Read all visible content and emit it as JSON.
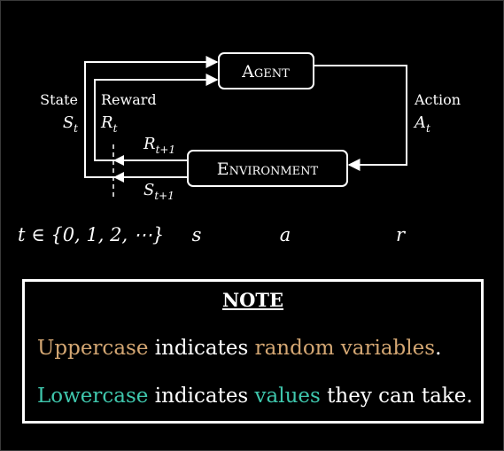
{
  "diagram": {
    "agent_label": "Agent",
    "environment_label": "Environment",
    "state_label": "State",
    "state_symbol": "S",
    "state_sub": "t",
    "reward_label": "Reward",
    "reward_symbol": "R",
    "reward_sub": "t",
    "action_label": "Action",
    "action_symbol": "A",
    "action_sub": "t",
    "next_reward_symbol": "R",
    "next_reward_sub": "t+1",
    "next_state_symbol": "S",
    "next_state_sub": "t+1"
  },
  "notation": {
    "time_set": "t ∈ {0, 1, 2, ⋯}",
    "s": "s",
    "a": "a",
    "r": "r"
  },
  "note": {
    "title": "NOTE",
    "line1": {
      "part1": "Uppercase",
      "part2": " indicates ",
      "part3": "random variables",
      "part4": "."
    },
    "line2": {
      "part1": "Lowercase",
      "part2": " indicates ",
      "part3": "values",
      "part4": " they can take."
    }
  },
  "colors": {
    "background": "#000000",
    "uppercase": "#d4a773",
    "lowercase": "#3fc7ad",
    "foreground": "#ffffff"
  }
}
